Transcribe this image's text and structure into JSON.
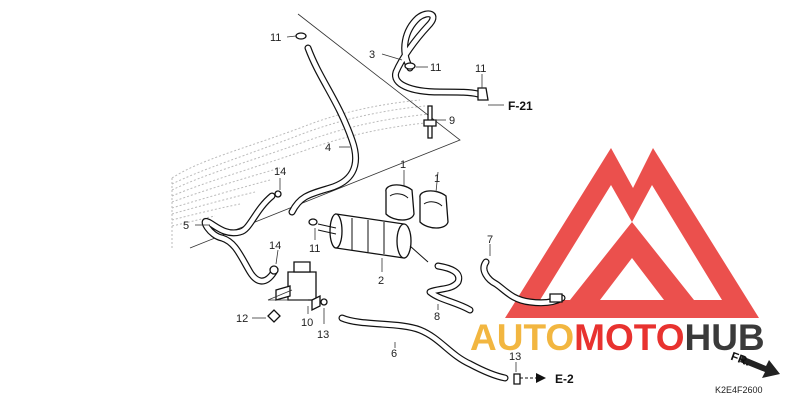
{
  "diagram": {
    "code": "K2E4F2600",
    "references": {
      "f21": "F-21",
      "e2": "E-2",
      "front": "FR."
    },
    "callouts": {
      "c1a": "1",
      "c1b": "1",
      "c2": "2",
      "c3": "3",
      "c4": "4",
      "c5": "5",
      "c6": "6",
      "c7": "7",
      "c8": "8",
      "c9": "9",
      "c10": "10",
      "c11a": "11",
      "c11b": "11",
      "c11c": "11",
      "c11d": "11",
      "c12": "12",
      "c13a": "13",
      "c13b": "13",
      "c14a": "14",
      "c14b": "14"
    }
  },
  "watermark": {
    "word_auto": "AUTO",
    "word_moto": "MOTO",
    "word_hub": "HUB",
    "colors": {
      "logo_red": "#e8322f",
      "auto": "#f2b640",
      "moto": "#e8322f",
      "hub": "#3a3a3a"
    }
  }
}
